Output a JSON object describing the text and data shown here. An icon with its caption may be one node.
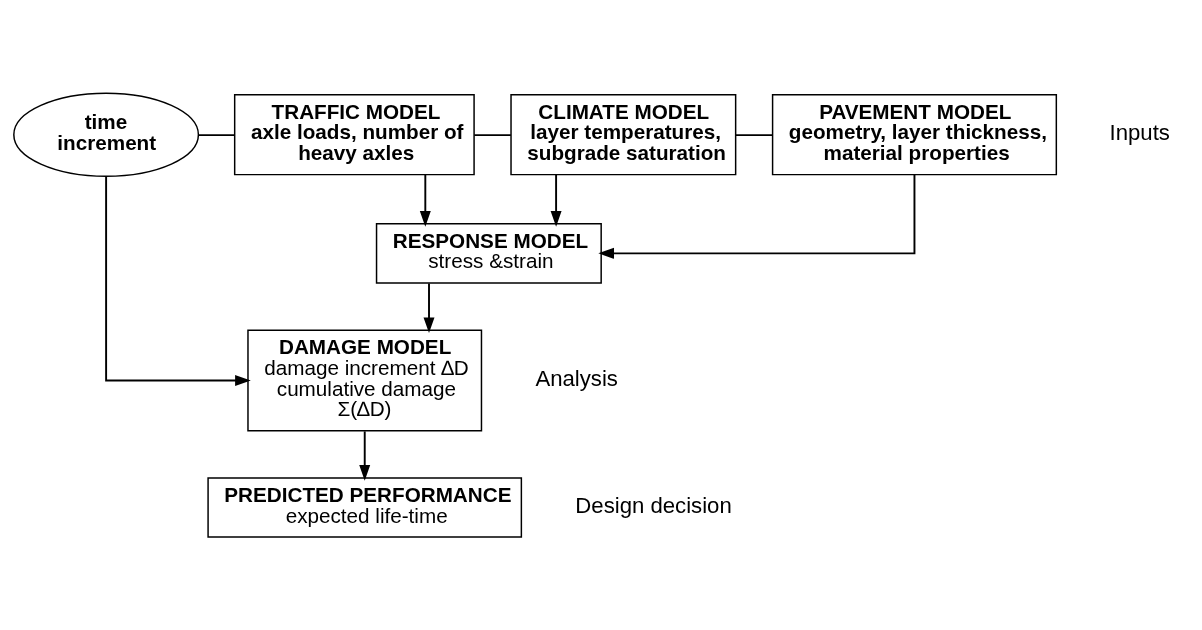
{
  "diagram": {
    "nodes": [
      {
        "text": [
          "time increment"
        ]
      },
      {
        "text": [
          "TRAFFIC MODEL",
          "axle loads, number of heavy axles"
        ]
      },
      {
        "text": [
          "CLIMATE MODEL",
          "layer temperatures, subgrade saturation"
        ]
      },
      {
        "text": [
          "PAVEMENT MODEL",
          "geometry, layer thickness, material properties"
        ]
      },
      {
        "text": [
          "RESPONSE MODEL",
          "stress &strain"
        ]
      },
      {
        "text": [
          "DAMAGE MODEL",
          "damage increment ∆D cumulative damage Σ(∆D)"
        ]
      },
      {
        "text": [
          "PREDICTED PERFORMANCE",
          "expected life-time"
        ]
      }
    ],
    "edges": [
      {
        "from": 0,
        "to": 1,
        "arrow": "none"
      },
      {
        "from": 1,
        "to": 2,
        "arrow": "none"
      },
      {
        "from": 2,
        "to": 3,
        "arrow": "none"
      },
      {
        "from": 1,
        "to": 4,
        "arrow": "to"
      },
      {
        "from": 2,
        "to": 4,
        "arrow": "to"
      },
      {
        "from": 3,
        "to": 4,
        "arrow": "to"
      },
      {
        "from": 4,
        "to": 5,
        "arrow": "to"
      },
      {
        "from": 0,
        "to": 5,
        "arrow": "to"
      },
      {
        "from": 5,
        "to": 6,
        "arrow": "to"
      }
    ],
    "labels": [
      "Inputs",
      "Analysis",
      "Design decision"
    ]
  }
}
